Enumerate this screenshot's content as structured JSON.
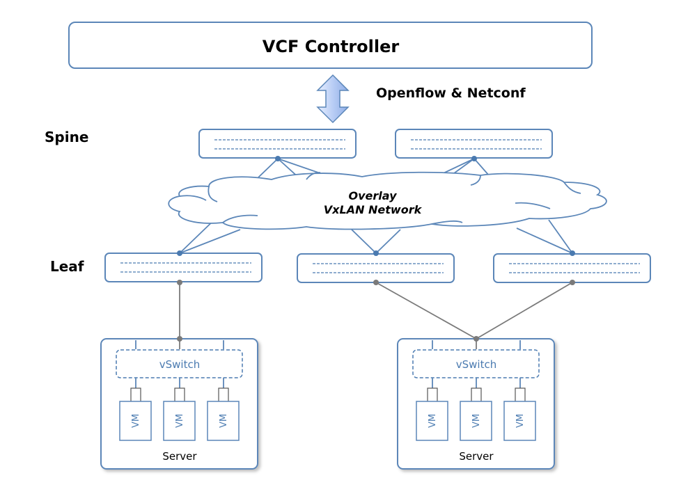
{
  "controller": {
    "label": "VCF Controller"
  },
  "protocol": {
    "label": "Openflow & Netconf"
  },
  "layers": {
    "spine": "Spine",
    "leaf": "Leaf"
  },
  "overlay": {
    "line1": "Overlay",
    "line2": "VxLAN Network"
  },
  "servers": [
    {
      "label": "Server",
      "vswitch": "vSwitch",
      "vms": [
        "VM",
        "VM",
        "VM"
      ]
    },
    {
      "label": "Server",
      "vswitch": "vSwitch",
      "vms": [
        "VM",
        "VM",
        "VM"
      ]
    }
  ],
  "colors": {
    "accent": "#5b86b8",
    "text_blue": "#4a7ab0",
    "link_grey": "#7a7a7a"
  }
}
